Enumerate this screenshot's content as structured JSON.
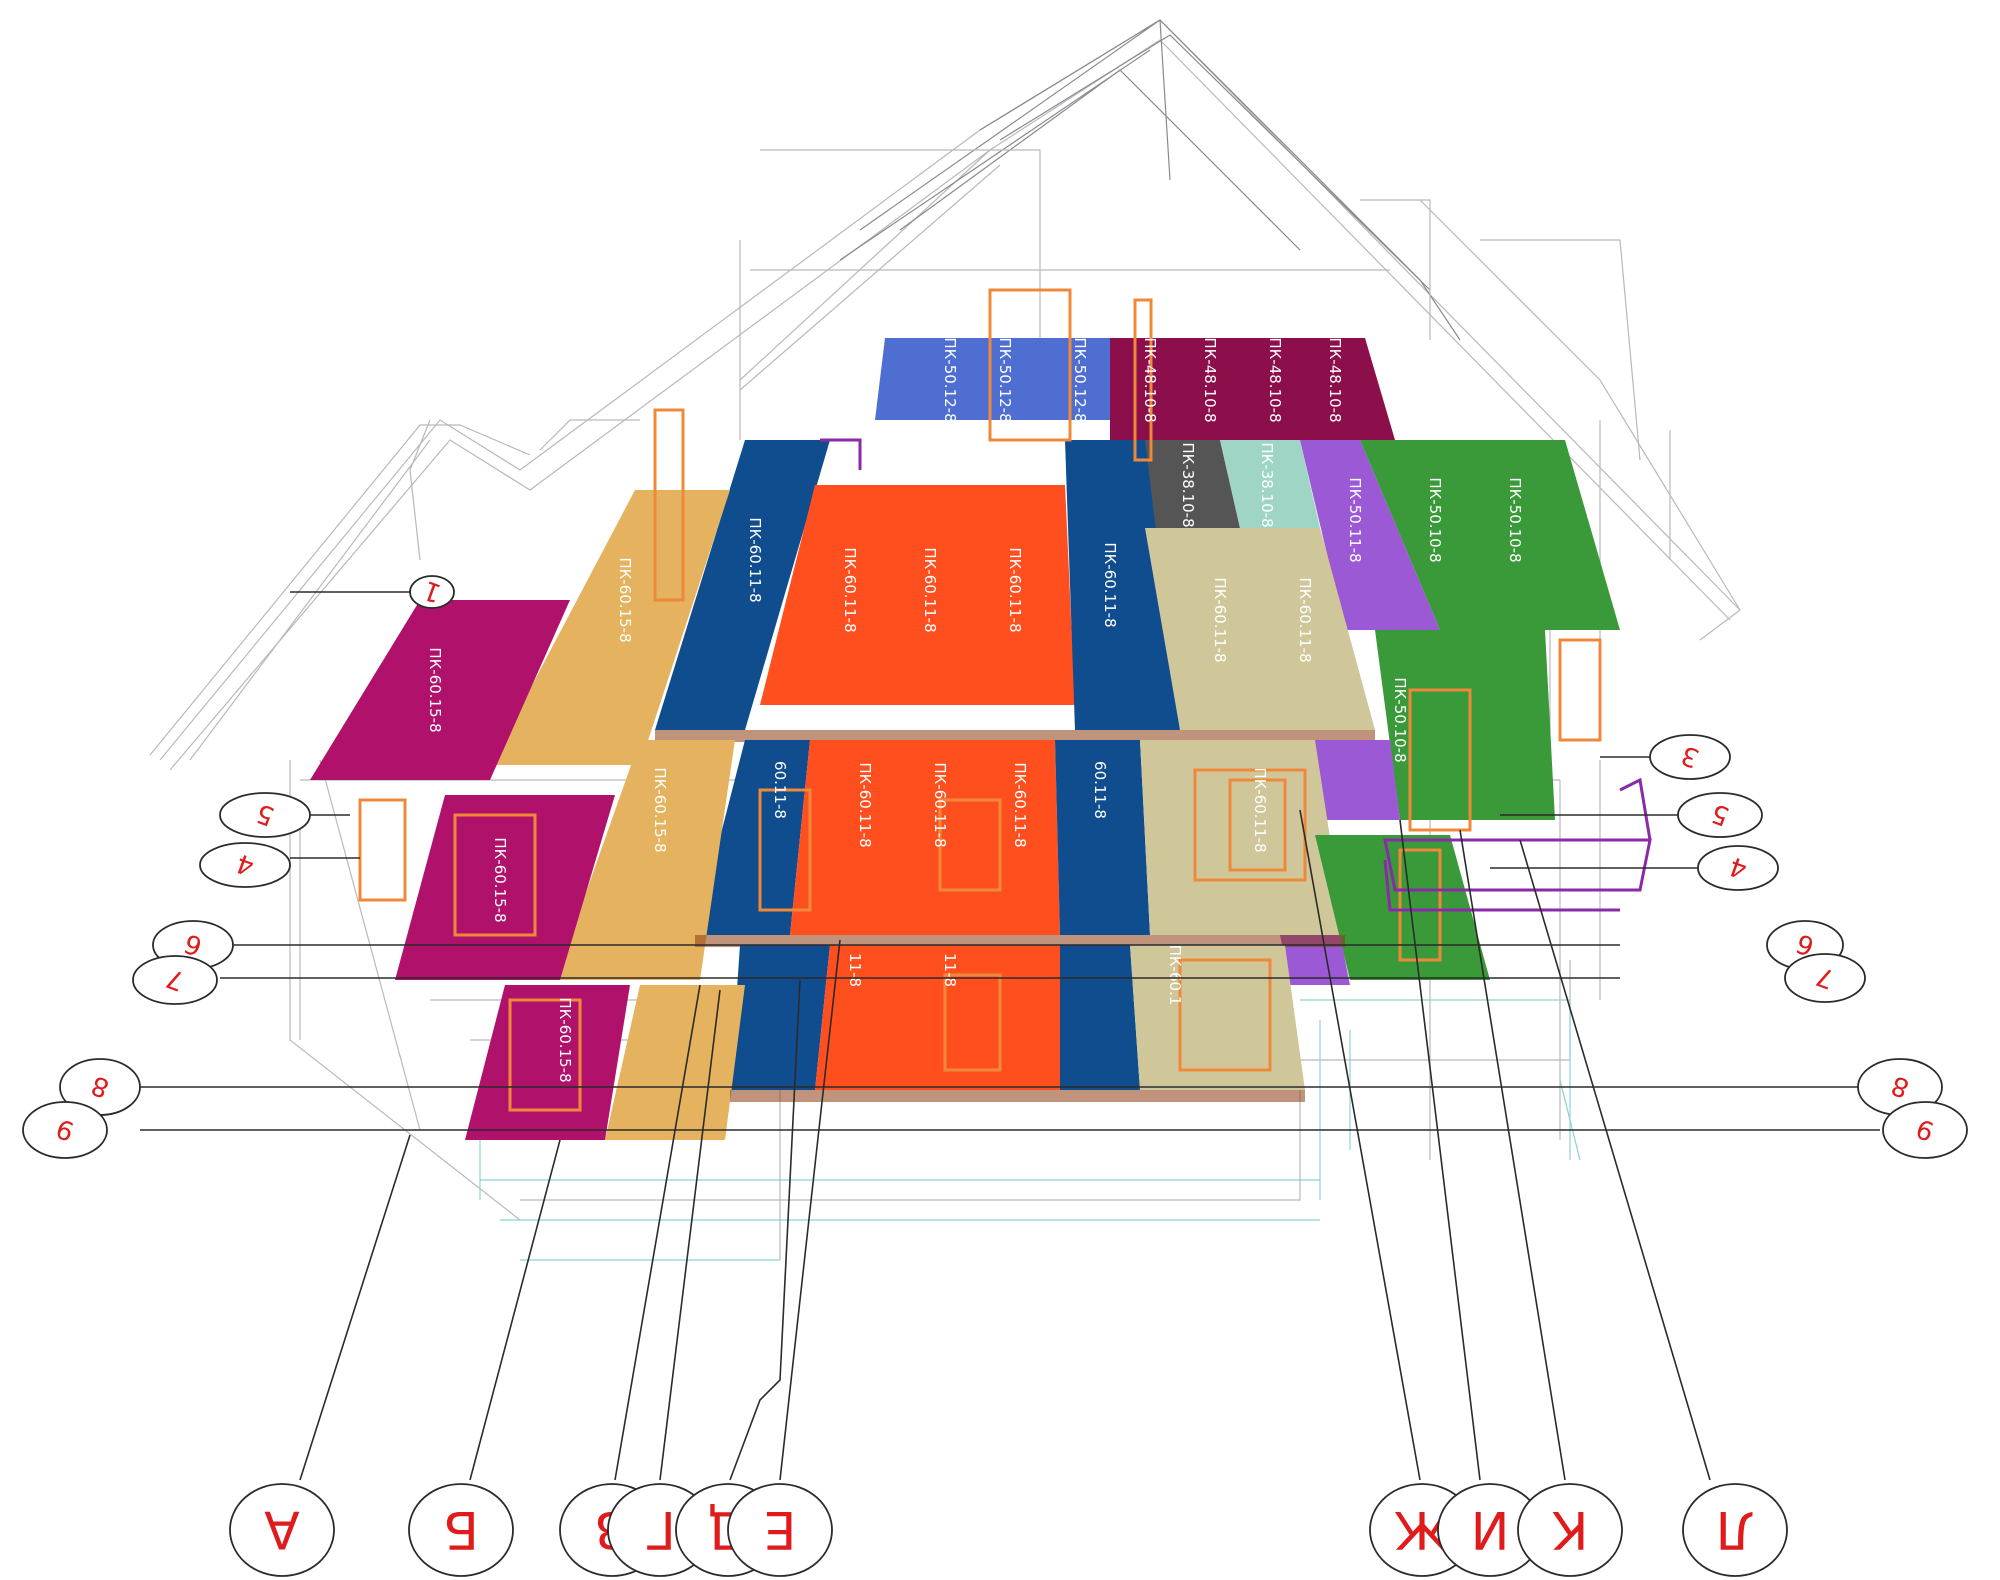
{
  "colors": {
    "magenta": "#b0126b",
    "tan": "#e5b35f",
    "blue": "#0f4d8f",
    "orange": "#ff4f1f",
    "beige": "#cfc79a",
    "green": "#3a9a3a",
    "purple": "#9b59d6",
    "periwinkle": "#4e6ed2",
    "wine": "#8c0e4a",
    "grey": "#555555",
    "mint": "#9fd5c5",
    "axis_red": "#e01b1b"
  },
  "slabs": {
    "magenta": "ПК-60.15-8",
    "tan": "ПК-60.15-8",
    "blue": "ПК-60.11-8",
    "orange": "ПК-60.11-8",
    "beige": "ПК-60.11-8",
    "green": "ПК-50.10-8",
    "purple": "ПК-50.11-8",
    "top_blue": "ПК-50.12-8",
    "wine": "ПК-48.10-8",
    "grey": "ПК-38.10-8",
    "mint": "ПК-38.10-8",
    "frag_a": "60.11-8",
    "frag_b": "11-8",
    "frag_c": "ПК-60.1"
  },
  "axes": {
    "letters": [
      "А",
      "Б",
      "В",
      "Г",
      "Д",
      "Е",
      "Ж",
      "И",
      "К",
      "Л"
    ],
    "numbers_left": [
      "1",
      "5",
      "4",
      "6",
      "7",
      "8",
      "9"
    ],
    "numbers_right": [
      "3",
      "5",
      "4",
      "6",
      "7",
      "8",
      "9"
    ]
  }
}
